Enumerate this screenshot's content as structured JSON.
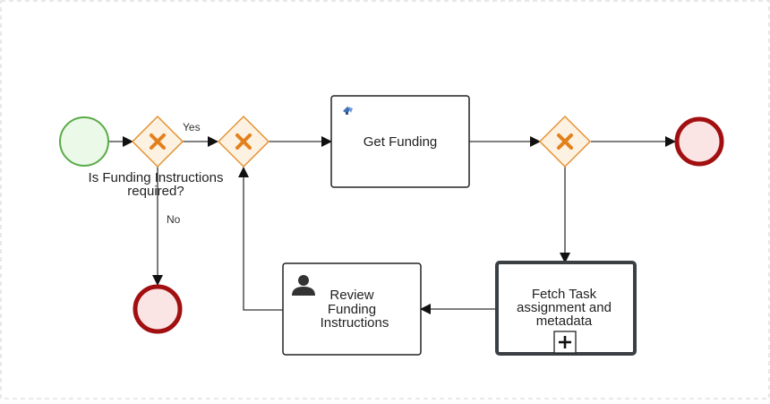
{
  "colors": {
    "start_stroke": "#5aab48",
    "start_fill": "#eaf9e8",
    "end_stroke": "#a20f10",
    "end_fill": "#fbe4e4",
    "gateway_stroke": "#e49233",
    "gateway_fill": "#fdf1e1",
    "gateway_x": "#e3801b",
    "task_stroke": "#222222",
    "subprocess_stroke": "#3a3f44",
    "flow": "#333333",
    "frame_dash": "#d0d0d0"
  },
  "diagram": {
    "start_event": {
      "name": "start-event"
    },
    "gateways": [
      {
        "id": "gw1",
        "name": "exclusive-gateway-funding-required",
        "label_lines": [
          "Is Funding Instructions",
          "required?"
        ]
      },
      {
        "id": "gw2",
        "name": "exclusive-gateway-merge",
        "label_lines": []
      },
      {
        "id": "gw3",
        "name": "exclusive-gateway-after-funding",
        "label_lines": []
      }
    ],
    "tasks": [
      {
        "id": "t1",
        "name": "task-get-funding",
        "icon": "service-task-icon",
        "lines": [
          "Get Funding"
        ]
      },
      {
        "id": "t2",
        "name": "task-review-funding-instructions",
        "icon": "user-task-icon",
        "lines": [
          "Review",
          "Funding",
          "Instructions"
        ]
      },
      {
        "id": "t3",
        "name": "subprocess-fetch-task-assignment",
        "icon": "subprocess-plus-icon",
        "lines": [
          "Fetch Task",
          "assignment and",
          "metadata"
        ]
      }
    ],
    "end_events": [
      {
        "name": "end-event-main"
      },
      {
        "name": "end-event-no-funding"
      }
    ],
    "flow_labels": {
      "yes": "Yes",
      "no": "No"
    }
  }
}
